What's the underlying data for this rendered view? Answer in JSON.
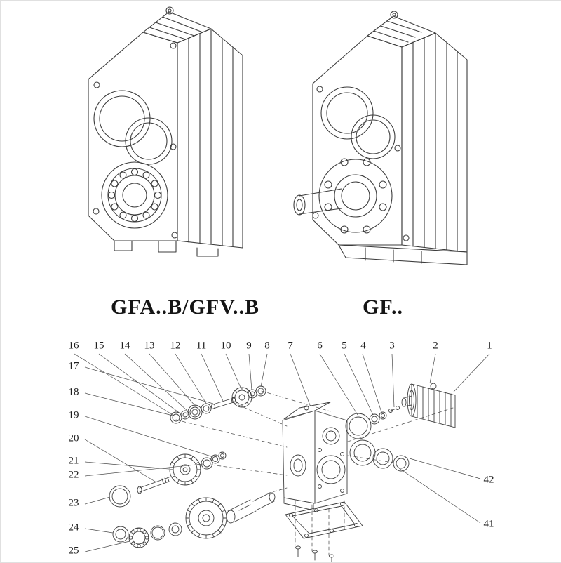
{
  "products": [
    {
      "label": "GFA..B/GFV..B"
    },
    {
      "label": "GF.."
    }
  ],
  "exploded_view": {
    "callouts_top": [
      "16",
      "15",
      "14",
      "13",
      "12",
      "11",
      "10",
      "9",
      "8",
      "7",
      "6",
      "5",
      "4",
      "3",
      "2",
      "1"
    ],
    "callouts_left": [
      "17",
      "18",
      "19",
      "20",
      "21",
      "22",
      "23",
      "24",
      "25"
    ],
    "callouts_right": [
      "42",
      "41"
    ]
  }
}
